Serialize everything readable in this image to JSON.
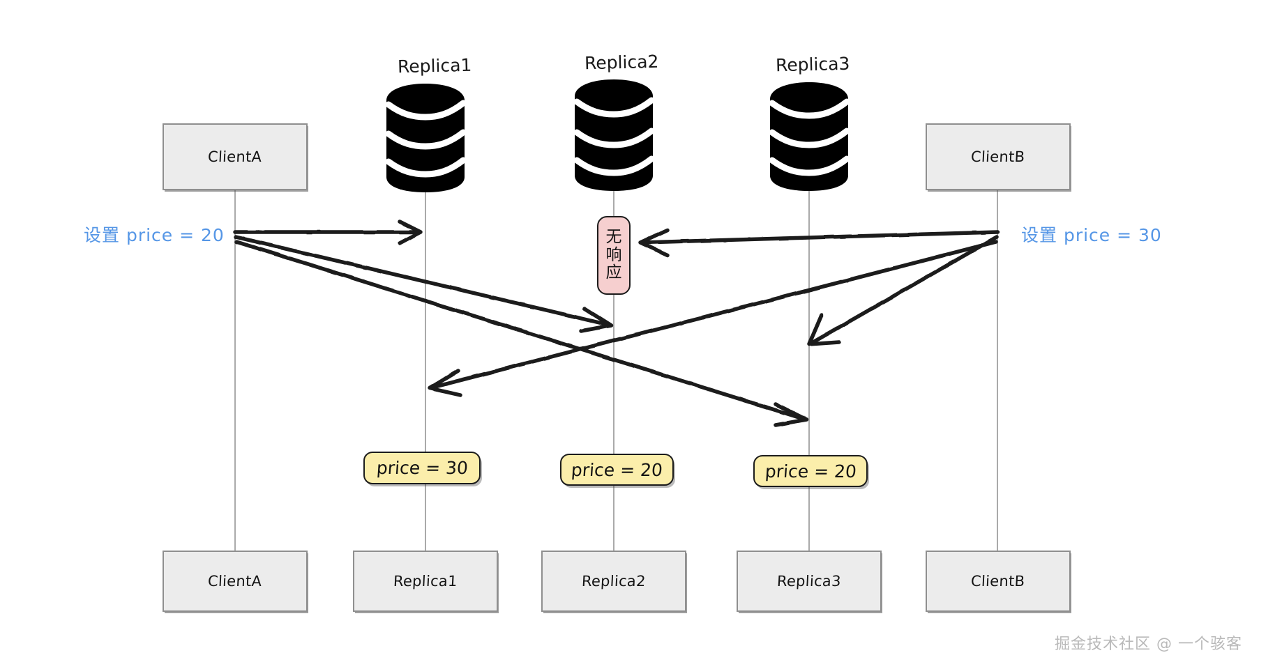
{
  "diagram": {
    "title": "Replica consistency sequence diagram",
    "background": "#ffffff"
  },
  "colors": {
    "node_fill": "#ececec",
    "node_border": "#8f8f8f",
    "lifeline": "#aaaaaa",
    "arrow": "#1c1c1c",
    "blue_caption": "#5596e6",
    "note_pink_fill": "#f6cfcf",
    "note_yellow_fill": "#fbeeab",
    "note_border": "#1c1c1c",
    "db_icon": "#000000",
    "watermark": "#b9b9b9"
  },
  "top_captions": [
    {
      "id": "replica1",
      "label": "Replica1"
    },
    {
      "id": "replica2",
      "label": "Replica2"
    },
    {
      "id": "replica3",
      "label": "Replica3"
    }
  ],
  "top_nodes": [
    {
      "id": "clientA-top",
      "label": "ClientA"
    },
    {
      "id": "clientB-top",
      "label": "ClientB"
    }
  ],
  "bottom_nodes": [
    {
      "id": "clientA-bottom",
      "label": "ClientA"
    },
    {
      "id": "replica1-bottom",
      "label": "Replica1"
    },
    {
      "id": "replica2-bottom",
      "label": "Replica2"
    },
    {
      "id": "replica3-bottom",
      "label": "Replica3"
    },
    {
      "id": "clientB-bottom",
      "label": "ClientB"
    }
  ],
  "captions": {
    "left_action": "设置 price = 20",
    "right_action": "设置 price = 30"
  },
  "note_no_response": {
    "id": "replica2-no-response",
    "text": "无响应",
    "chars": [
      "无",
      "响",
      "应"
    ]
  },
  "value_notes": [
    {
      "id": "replica1-value",
      "label": "price = 30",
      "lifeline": "Replica1"
    },
    {
      "id": "replica2-value",
      "label": "price = 20",
      "lifeline": "Replica2"
    },
    {
      "id": "replica3-value",
      "label": "price = 20",
      "lifeline": "Replica3"
    }
  ],
  "messages": [
    {
      "from": "ClientA",
      "to": "Replica1",
      "value": "price = 20",
      "direction": "right"
    },
    {
      "from": "ClientA",
      "to": "Replica2",
      "value": "price = 20",
      "direction": "right-down"
    },
    {
      "from": "ClientA",
      "to": "Replica3",
      "value": "price = 20",
      "direction": "right-down"
    },
    {
      "from": "ClientB",
      "to": "Replica2",
      "value": "price = 30",
      "direction": "left"
    },
    {
      "from": "ClientB",
      "to": "Replica3",
      "value": "price = 30",
      "direction": "left-down"
    },
    {
      "from": "ClientB",
      "to": "Replica1",
      "value": "price = 30",
      "direction": "left-down"
    }
  ],
  "watermark": {
    "text": "掘金技术社区 @ 一个骇客"
  }
}
